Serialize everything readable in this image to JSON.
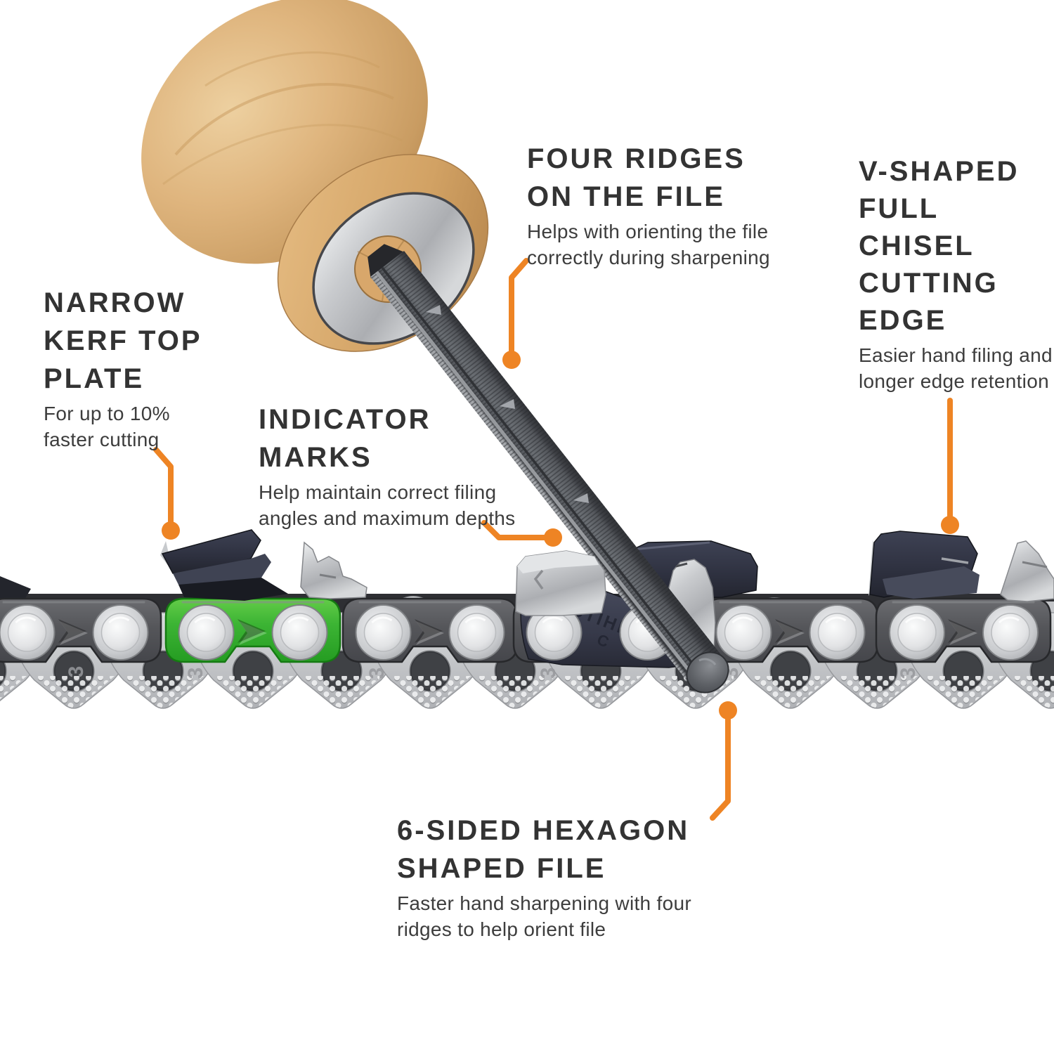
{
  "page": {
    "background": "#ffffff"
  },
  "colors": {
    "accent_orange": "#EE8424",
    "heading_text": "#333333",
    "body_text": "#3D3D3D",
    "green_link": "#3CB434",
    "wood": "#D9A96C",
    "steel_dark": "#4E4F54",
    "steel_silver": "#C7C9CC",
    "navy_cutter": "#343747"
  },
  "annotations": [
    {
      "id": "narrow-kerf-top-plate",
      "title_lines": [
        "NARROW",
        "KERF TOP",
        "PLATE"
      ],
      "desc_lines": [
        "For up to 10%",
        "faster cutting"
      ]
    },
    {
      "id": "indicator-marks",
      "title_lines": [
        "INDICATOR",
        "MARKS"
      ],
      "desc_lines": [
        "Help maintain correct filing",
        "angles and maximum depths"
      ]
    },
    {
      "id": "four-ridges-on-the-file",
      "title_lines": [
        "FOUR RIDGES",
        "ON THE FILE"
      ],
      "desc_lines": [
        "Helps with orienting the file",
        "correctly during sharpening"
      ]
    },
    {
      "id": "v-shaped-full-chisel-cutting-edge",
      "title_lines": [
        "V-SHAPED",
        "FULL",
        "CHISEL",
        "CUTTING",
        "EDGE"
      ],
      "desc_lines": [
        "Easier hand filing and",
        "longer edge retention"
      ]
    },
    {
      "id": "six-sided-hexagon-shaped-file",
      "title_lines": [
        "6-SIDED HEXAGON",
        "SHAPED FILE"
      ],
      "desc_lines": [
        "Faster hand sharpening with four",
        "ridges to help orient file"
      ]
    }
  ],
  "stamps": {
    "cutter_brand": "STIHL",
    "cutter_variant": "C",
    "drive_link_number": "3"
  }
}
